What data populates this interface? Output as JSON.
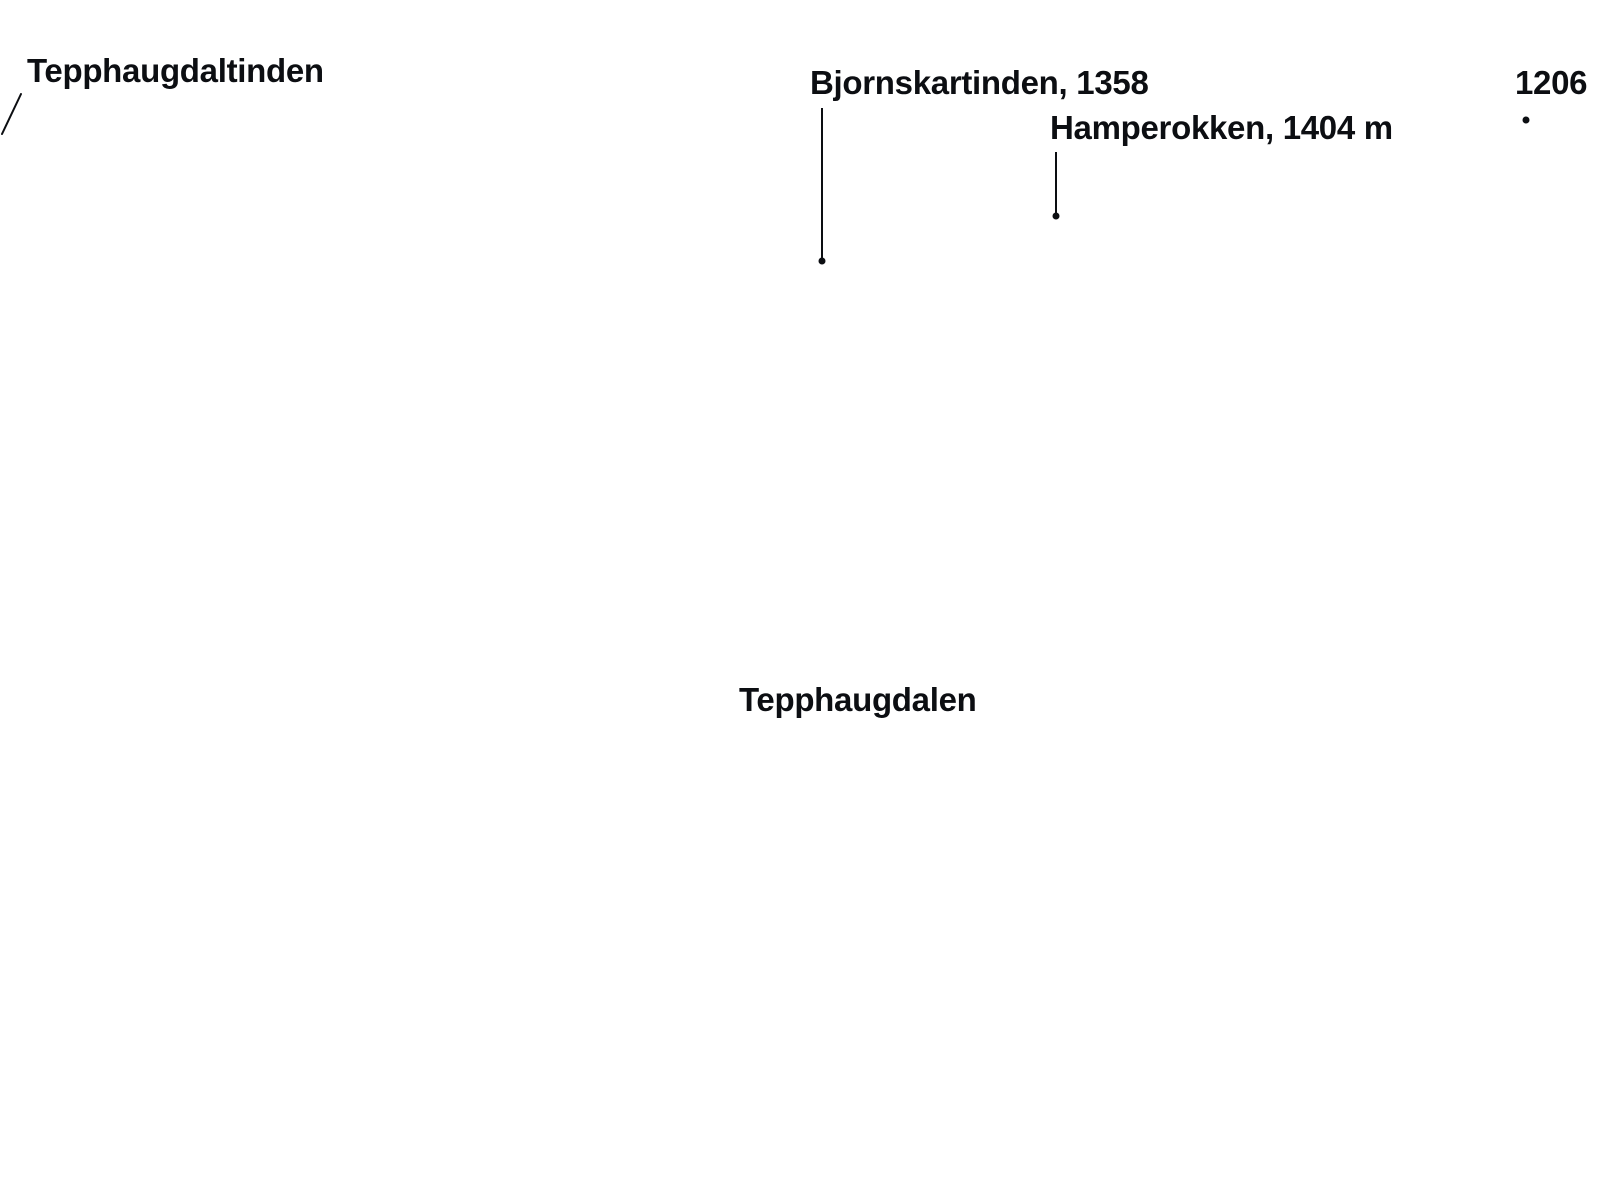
{
  "labels": {
    "tepphaugdaltinden": "Tepphaugdaltinden",
    "bjornskartinden": "Bjornskartinden, 1358",
    "hamperokken": "Hamperokken, 1404 m",
    "peak_1206": "1206",
    "tepphaugdalen": "Tepphaugdalen"
  },
  "colors": {
    "background": "#ffffff",
    "text": "#0c0e12",
    "leader_line": "#0c0e12"
  }
}
